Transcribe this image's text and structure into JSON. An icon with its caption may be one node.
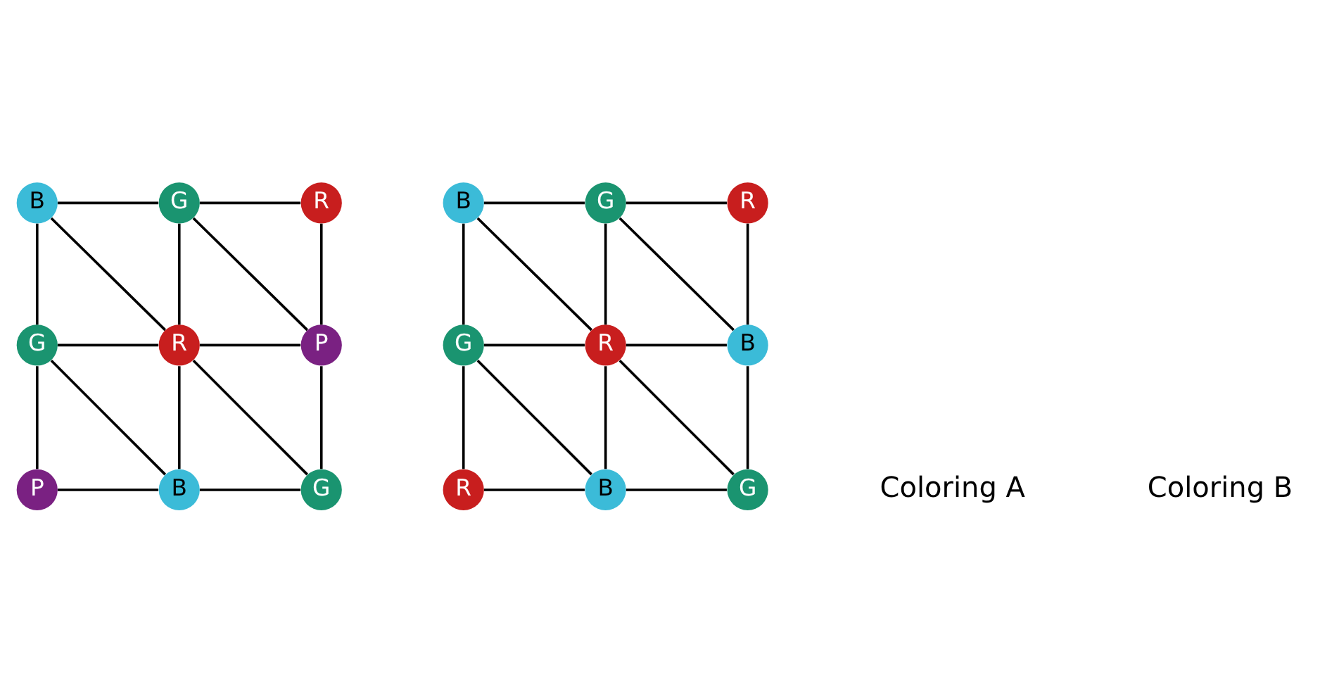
{
  "diagram": {
    "nodes": [
      {
        "text": [
          "B"
        ]
      },
      {
        "text": [
          "G"
        ]
      },
      {
        "text": [
          "R"
        ]
      },
      {
        "text": [
          "G"
        ]
      },
      {
        "text": [
          "R"
        ]
      },
      {
        "text": [
          "P"
        ]
      },
      {
        "text": [
          "P"
        ]
      },
      {
        "text": [
          "B"
        ]
      },
      {
        "text": [
          "G"
        ]
      },
      {
        "text": [
          "B"
        ]
      },
      {
        "text": [
          "G"
        ]
      },
      {
        "text": [
          "R"
        ]
      },
      {
        "text": [
          "G"
        ]
      },
      {
        "text": [
          "R"
        ]
      },
      {
        "text": [
          "B"
        ]
      },
      {
        "text": [
          "R"
        ]
      },
      {
        "text": [
          "B"
        ]
      },
      {
        "text": [
          "G"
        ]
      }
    ],
    "edges": [
      {
        "from": 0,
        "to": 1,
        "arrow": "none"
      },
      {
        "from": 1,
        "to": 2,
        "arrow": "none"
      },
      {
        "from": 3,
        "to": 4,
        "arrow": "none"
      },
      {
        "from": 4,
        "to": 5,
        "arrow": "none"
      },
      {
        "from": 6,
        "to": 7,
        "arrow": "none"
      },
      {
        "from": 7,
        "to": 8,
        "arrow": "none"
      },
      {
        "from": 0,
        "to": 3,
        "arrow": "none"
      },
      {
        "from": 3,
        "to": 6,
        "arrow": "none"
      },
      {
        "from": 1,
        "to": 4,
        "arrow": "none"
      },
      {
        "from": 4,
        "to": 7,
        "arrow": "none"
      },
      {
        "from": 2,
        "to": 5,
        "arrow": "none"
      },
      {
        "from": 5,
        "to": 8,
        "arrow": "none"
      },
      {
        "from": 0,
        "to": 4,
        "arrow": "none"
      },
      {
        "from": 1,
        "to": 5,
        "arrow": "none"
      },
      {
        "from": 3,
        "to": 7,
        "arrow": "none"
      },
      {
        "from": 4,
        "to": 8,
        "arrow": "none"
      },
      {
        "from": 9,
        "to": 10,
        "arrow": "none"
      },
      {
        "from": 10,
        "to": 11,
        "arrow": "none"
      },
      {
        "from": 12,
        "to": 13,
        "arrow": "none"
      },
      {
        "from": 13,
        "to": 14,
        "arrow": "none"
      },
      {
        "from": 15,
        "to": 16,
        "arrow": "none"
      },
      {
        "from": 16,
        "to": 17,
        "arrow": "none"
      },
      {
        "from": 9,
        "to": 12,
        "arrow": "none"
      },
      {
        "from": 12,
        "to": 15,
        "arrow": "none"
      },
      {
        "from": 10,
        "to": 13,
        "arrow": "none"
      },
      {
        "from": 13,
        "to": 16,
        "arrow": "none"
      },
      {
        "from": 11,
        "to": 14,
        "arrow": "none"
      },
      {
        "from": 14,
        "to": 17,
        "arrow": "none"
      },
      {
        "from": 9,
        "to": 13,
        "arrow": "none"
      },
      {
        "from": 10,
        "to": 14,
        "arrow": "none"
      },
      {
        "from": 12,
        "to": 16,
        "arrow": "none"
      },
      {
        "from": 13,
        "to": 17,
        "arrow": "none"
      }
    ],
    "labels": [
      "Coloring A",
      "Coloring B"
    ]
  }
}
